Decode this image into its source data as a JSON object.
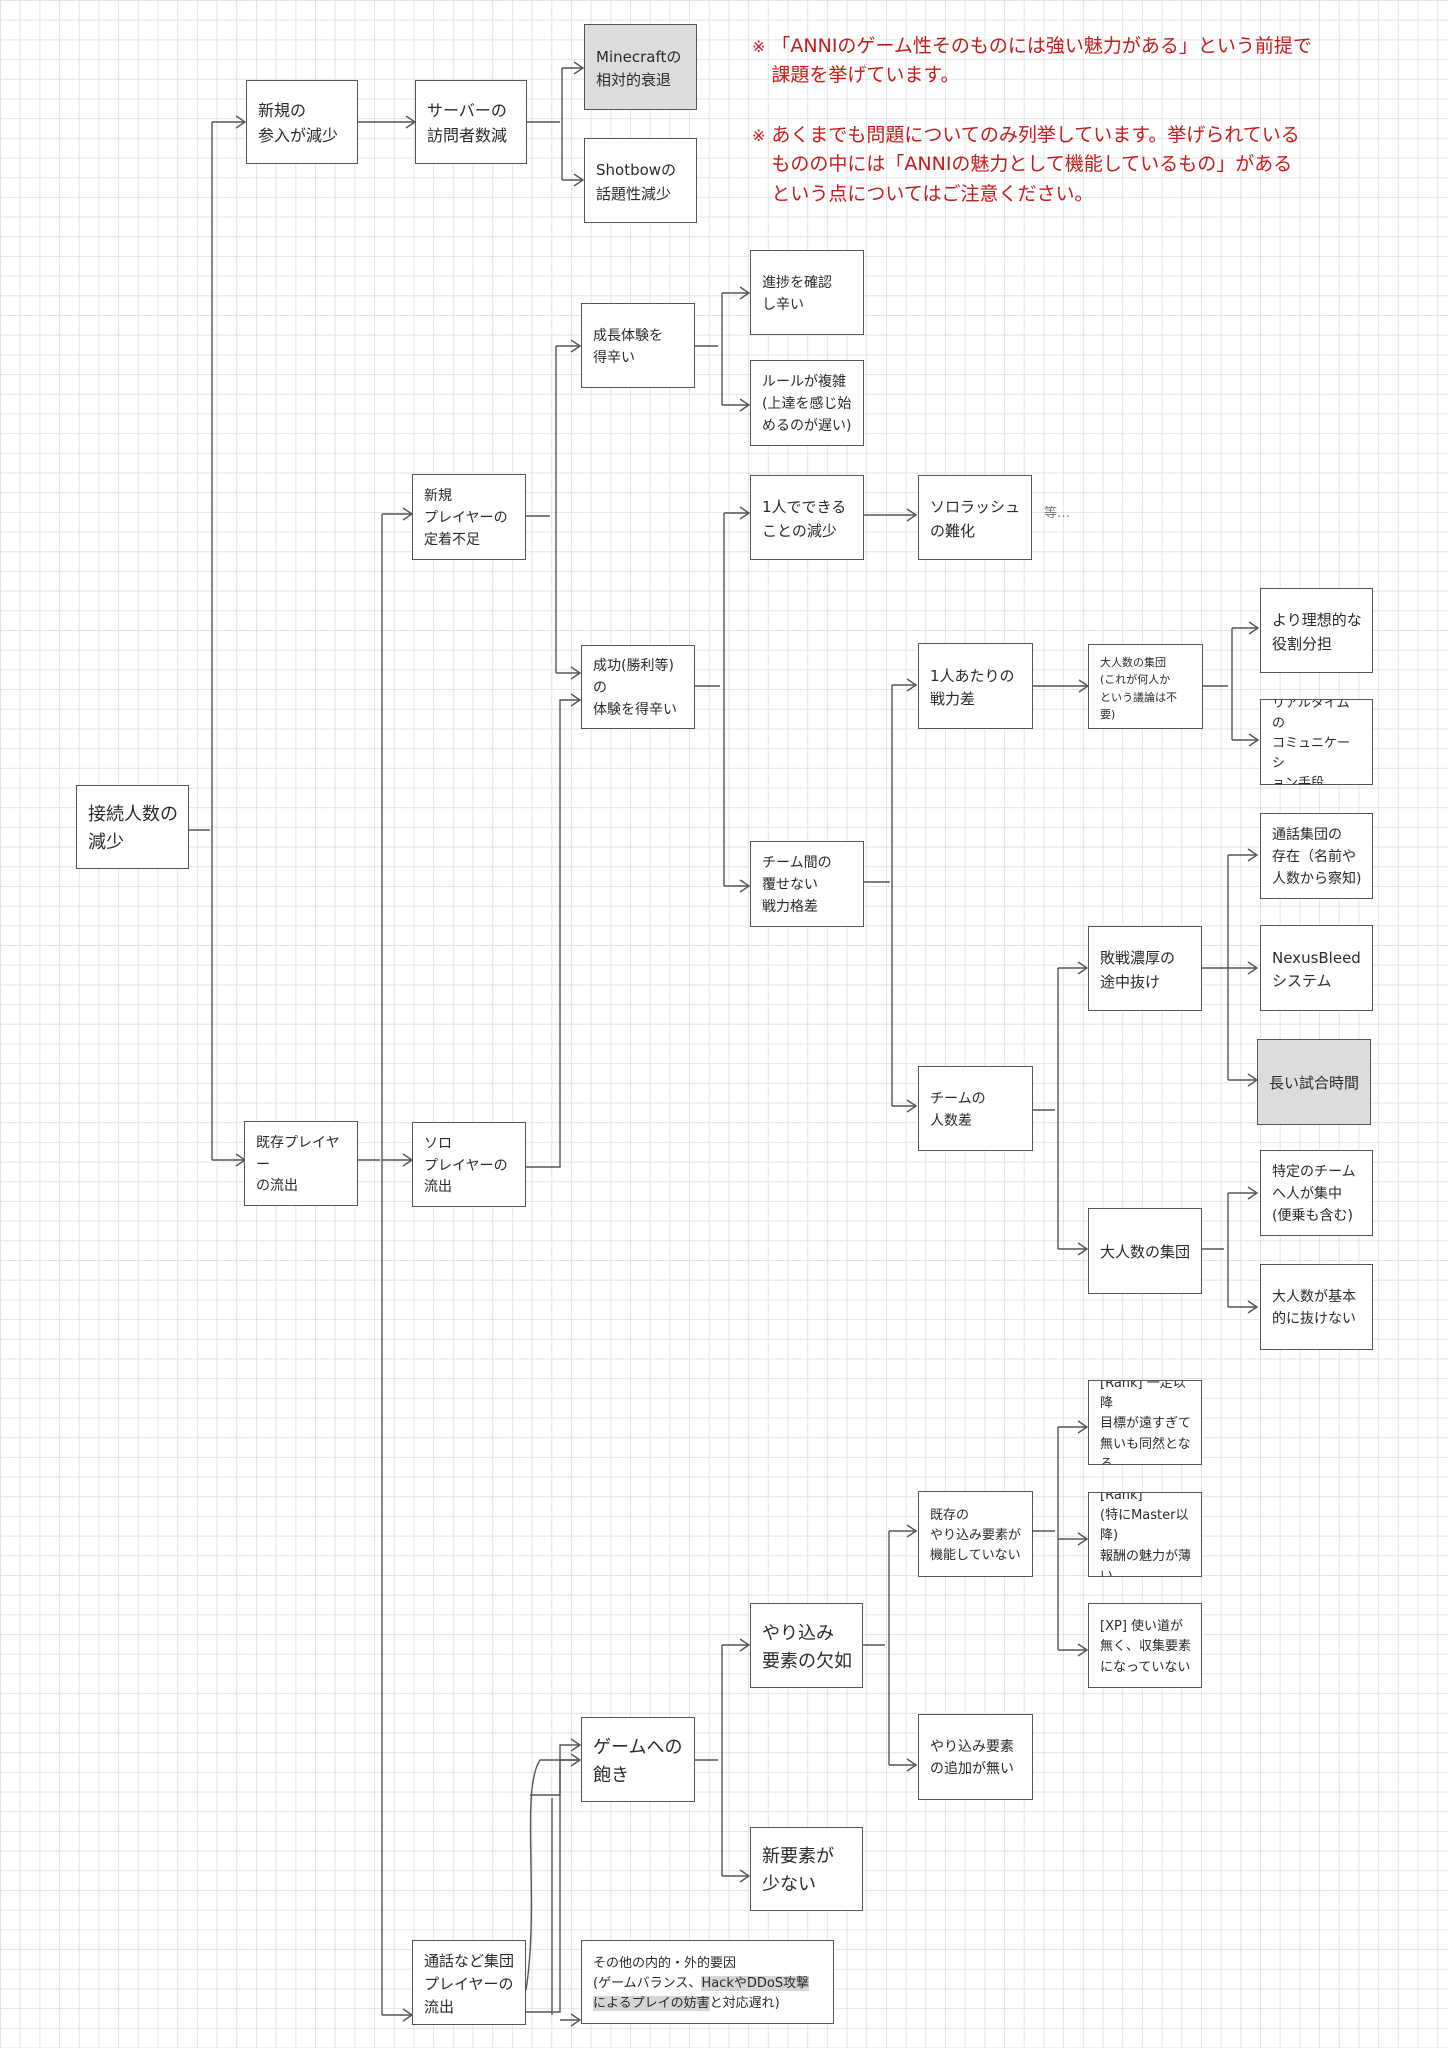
{
  "notes": [
    {
      "mark": "※",
      "text": "「ANNIのゲーム性そのものには強い魅力がある」という前提で\n課題を挙げています。"
    },
    {
      "mark": "※",
      "text": "あくまでも問題についてのみ列挙しています。挙げられている\nものの中には「ANNIの魅力として機能しているもの」がある\nという点についてはご注意ください。"
    }
  ],
  "scribble": "等…",
  "nodes": {
    "root": "接続人数の\n減少",
    "new_join_decrease": "新規の\n参入が減少",
    "server_visitors": "サーバーの\n訪問者数減",
    "minecraft_decline": "Minecraftの\n相対的衰退",
    "shotbow_buzz": "Shotbowの\n話題性減少",
    "existing_outflow": "既存プレイヤー\nの流出",
    "new_player_retention": "新規\nプレイヤーの\n定着不足",
    "solo_outflow": "ソロ\nプレイヤーの\n流出",
    "group_outflow": "通話など集団\nプレイヤーの\n流出",
    "growth_experience": "成長体験を\n得辛い",
    "progress_check": "進捗を確認\nし辛い",
    "rules_complex": "ルールが複雑\n(上達を感じ始\nめるのが遅い)",
    "success_experience": "成功(勝利等)の\n体験を得辛い",
    "solo_actions": "1人でできる\nことの減少",
    "solo_rush": "ソロラッシュ\nの難化",
    "per_person_power": "1人あたりの\n戦力差",
    "big_group_a": "大人数の集団\n(これが何人か\nという議論は不要)",
    "role_division": "より理想的な\n役割分担",
    "realtime_comm": "リアルタイムの\nコミュニケーシ\nョン手段",
    "team_gap": "チーム間の\n覆せない\n戦力格差",
    "voice_group_presence": "通話集団の\n存在（名前や\n人数から察知)",
    "leave_midgame": "敗戦濃厚の\n途中抜け",
    "nexusbleed": "NexusBleed\nシステム",
    "long_match": "長い試合時間",
    "team_count_gap": "チームの\n人数差",
    "specific_team": "特定のチーム\nへ人が集中\n(便乗も含む)",
    "big_group_b": "大人数の集団",
    "big_group_stay": "大人数が基本\n的に抜けない",
    "rank_goal": "[Rank] 一定以降\n目標が遠すぎて\n無いも同然となる",
    "rank_reward": "[Rank]\n(特にMaster以降)\n報酬の魅力が薄い",
    "xp_use": "[XP] 使い道が\n無く、収集要素\nになっていない",
    "existing_grind": "既存の\nやり込み要素が\n機能していない",
    "grind_lack": "やり込み\n要素の欠如",
    "game_tired": "ゲームへの\n飽き",
    "grind_not_added": "やり込み要素\nの追加が無い",
    "few_new_elements": "新要素が\n少ない",
    "other_factors_title": "その他の内的・外的要因",
    "other_factors_line2a": "(ゲームバランス、",
    "other_factors_line2b": "HackやDDoS攻撃",
    "other_factors_line3a": "によるプレイの妨害",
    "other_factors_line3b": "と対応遅れ)"
  }
}
